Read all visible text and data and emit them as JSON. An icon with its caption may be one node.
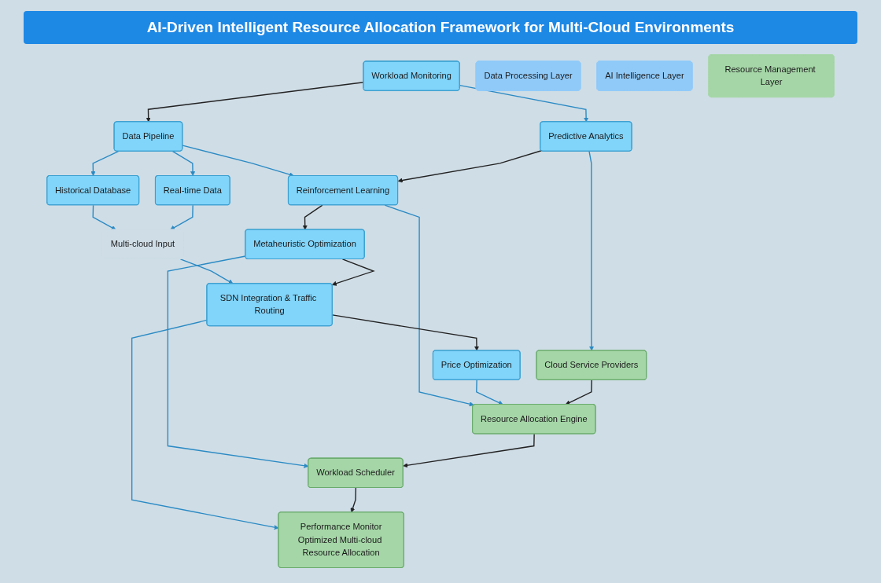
{
  "diagram": {
    "title": "AI-Driven Intelligent Resource Allocation Framework for Multi-Cloud Environments",
    "nodes": [
      {
        "text": [
          "Data Processing Layer"
        ]
      },
      {
        "text": [
          "AI Intelligence Layer"
        ]
      },
      {
        "text": [
          "Resource Management Layer"
        ]
      },
      {
        "text": [
          "Workload Monitoring"
        ]
      },
      {
        "text": [
          "Data Pipeline"
        ]
      },
      {
        "text": [
          "Historical Database"
        ]
      },
      {
        "text": [
          "Real-time Data"
        ]
      },
      {
        "text": [
          "Multi-cloud Input"
        ]
      },
      {
        "text": [
          "Predictive Analytics"
        ]
      },
      {
        "text": [
          "Reinforcement Learning"
        ]
      },
      {
        "text": [
          "Metaheuristic Optimization"
        ]
      },
      {
        "text": [
          "SDN Integration & Traffic Routing"
        ]
      },
      {
        "text": [
          "Price Optimization"
        ]
      },
      {
        "text": [
          "Cloud Service Providers"
        ]
      },
      {
        "text": [
          "Resource Allocation Engine"
        ]
      },
      {
        "text": [
          "Workload Scheduler"
        ]
      },
      {
        "text": [
          "Performance Monitor",
          "Optimized Multi-cloud Resource Allocation"
        ]
      }
    ],
    "edges": [
      {
        "from": 3,
        "to": 4,
        "arrow": "to",
        "color": "#222222"
      },
      {
        "from": 3,
        "to": 8,
        "arrow": "to"
      },
      {
        "from": 4,
        "to": 9,
        "arrow": "to"
      },
      {
        "from": 4,
        "to": 5,
        "arrow": "to"
      },
      {
        "from": 4,
        "to": 6,
        "arrow": "to"
      },
      {
        "from": 5,
        "to": 7,
        "arrow": "to"
      },
      {
        "from": 6,
        "to": 7,
        "arrow": "to"
      },
      {
        "from": 7,
        "to": 11,
        "arrow": "to"
      },
      {
        "from": 8,
        "to": 13,
        "arrow": "to"
      },
      {
        "from": 8,
        "to": 9,
        "arrow": "to",
        "color": "#222222"
      },
      {
        "from": 9,
        "to": 14,
        "arrow": "to"
      },
      {
        "from": 9,
        "to": 10,
        "arrow": "to",
        "color": "#222222"
      },
      {
        "from": 10,
        "to": 15,
        "arrow": "to"
      },
      {
        "from": 10,
        "to": 11,
        "arrow": "to",
        "color": "#222222"
      },
      {
        "from": 11,
        "to": 16,
        "arrow": "to"
      },
      {
        "from": 11,
        "to": 12,
        "arrow": "to",
        "color": "#222222"
      },
      {
        "from": 12,
        "to": 14,
        "arrow": "to"
      },
      {
        "from": 13,
        "to": 14,
        "arrow": "to",
        "color": "#222222"
      },
      {
        "from": 14,
        "to": 15,
        "arrow": "to",
        "color": "#222222"
      },
      {
        "from": 15,
        "to": 16,
        "arrow": "to",
        "color": "#222222"
      }
    ]
  }
}
